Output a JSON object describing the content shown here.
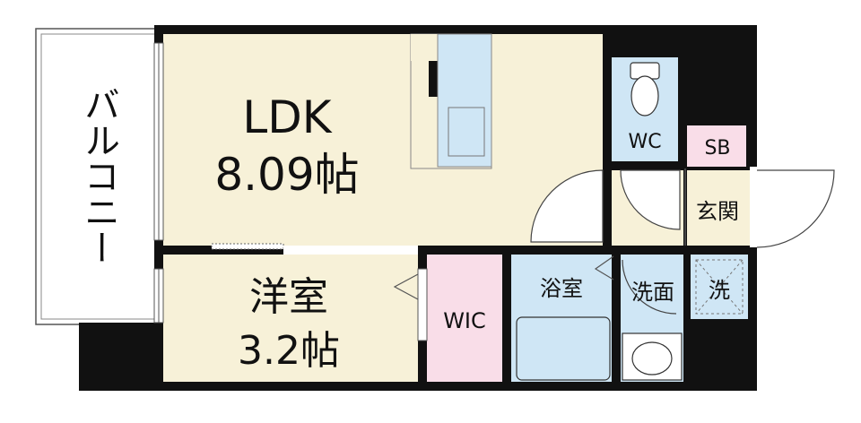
{
  "rooms": {
    "ldk": {
      "name": "LDK",
      "size": "8.09帖"
    },
    "western": {
      "name": "洋室",
      "size": "3.2帖"
    },
    "wic": {
      "name": "WIC"
    },
    "wc": {
      "name": "WC"
    },
    "sb": {
      "name": "SB"
    },
    "entrance": {
      "name": "玄関"
    },
    "bath": {
      "name": "浴室"
    },
    "washroom": {
      "name": "洗面"
    },
    "laundry": {
      "name": "洗"
    },
    "balcony": {
      "name": "バルコニー"
    }
  },
  "colors": {
    "wall": "#111111",
    "ldk_floor": "#f7f1d8",
    "wet_area": "#cfe6f5",
    "storage": "#f9dde8",
    "balcony": "#ffffff"
  }
}
